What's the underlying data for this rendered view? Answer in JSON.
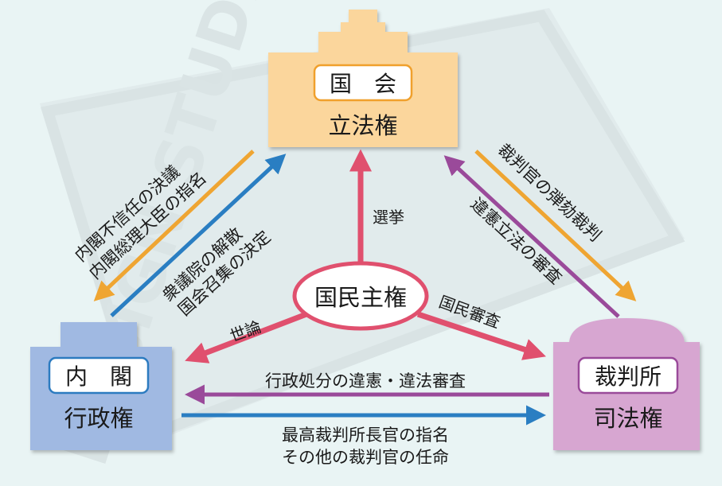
{
  "watermark": "DESIGN STUDIO",
  "colors": {
    "background": "#e9f4f4",
    "diet": "#fbd69c",
    "diet_border": "#f0a02c",
    "cabinet": "#a0b9e2",
    "cabinet_border": "#2c7bc0",
    "court": "#d7a6d1",
    "court_border": "#9a4a9a",
    "people": "#e0506e",
    "orange_arrow": "#efa532",
    "blue_arrow": "#2a7ec2",
    "purple_arrow": "#9a4a9a"
  },
  "diet": {
    "name": "国　会",
    "power": "立法権"
  },
  "cabinet": {
    "name": "内　閣",
    "power": "行政権"
  },
  "court": {
    "name": "裁判所",
    "power": "司法権"
  },
  "people": {
    "name": "国民主権"
  },
  "arrows": {
    "election": "選挙",
    "public_opinion": "世論",
    "national_review": "国民審査",
    "no_confidence": "内閣不信任の決議",
    "pm_nomination": "内閣総理大臣の指名",
    "dissolution": "衆議院の解散",
    "diet_convocation": "国会召集の決定",
    "impeachment": "裁判官の弾劾裁判",
    "unconstitutional_law_review": "違憲立法の審査",
    "admin_review": "行政処分の違憲・違法審査",
    "chief_justice_nomination": "最高裁判所長官の指名",
    "judges_appointment": "その他の裁判官の任命"
  }
}
